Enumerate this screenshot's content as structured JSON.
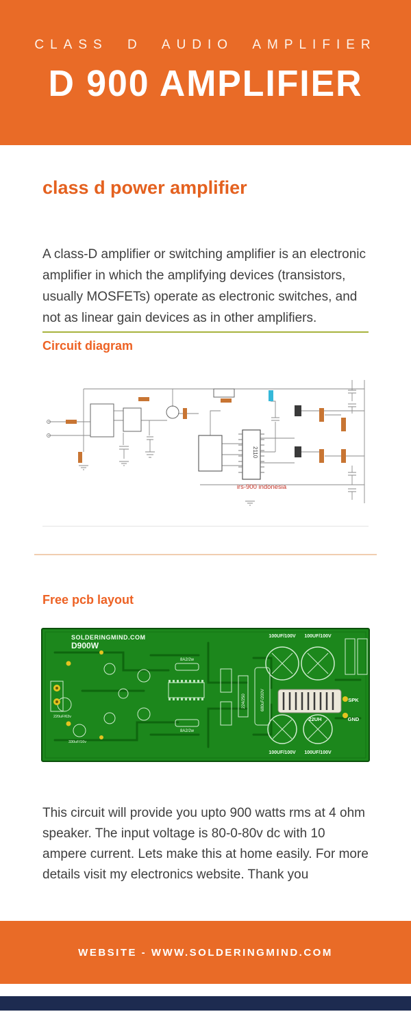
{
  "header": {
    "kicker": "CLASS D AUDIO AMPLIFIER",
    "title": "D 900 AMPLIFIER"
  },
  "sections": {
    "intro_heading": "class d power amplifier",
    "intro_paragraph": "A class-D amplifier or switching amplifier is an electronic amplifier in which the amplifying devices (transistors, usually MOSFETs) operate as electronic switches, and not as linear gain devices as in other amplifiers.",
    "circuit_heading": "Circuit diagram",
    "pcb_heading": "Free pcb layout",
    "outro_paragraph": "This circuit will provide you upto 900 watts rms at 4 ohm speaker. The input voltage is 80-0-80v dc with 10 ampere current. Lets make this at home easily. For more details visit my electronics website. Thank you"
  },
  "circuit": {
    "ic_label": "2110",
    "brand_label": "irs-900 indonesia"
  },
  "pcb": {
    "brand": "SOLDERINGMIND.COM",
    "model": "D900W",
    "cap_label": "100UF/100V",
    "inductor_label": "22UH",
    "spk_label": "SPK",
    "gnd_label": "GND",
    "film_cap_label": "224/250",
    "big_cap_label": "680uF/200V",
    "resistor_label_top": "8A2/2w",
    "resistor_label_bottom": "8A2/2w",
    "small_cap_left": "220uF/63v",
    "small_cap_left2": "330uF/16v"
  },
  "footer": {
    "website": "WEBSITE - WWW.SOLDERINGMIND.COM"
  },
  "colors": {
    "accent_orange": "#e96b27",
    "heading_orange": "#e4611f",
    "olive_divider": "#a7b33c",
    "bottom_bar_navy": "#1d2b50",
    "pcb_green": "#1c871c",
    "schematic_red": "#c43327"
  }
}
